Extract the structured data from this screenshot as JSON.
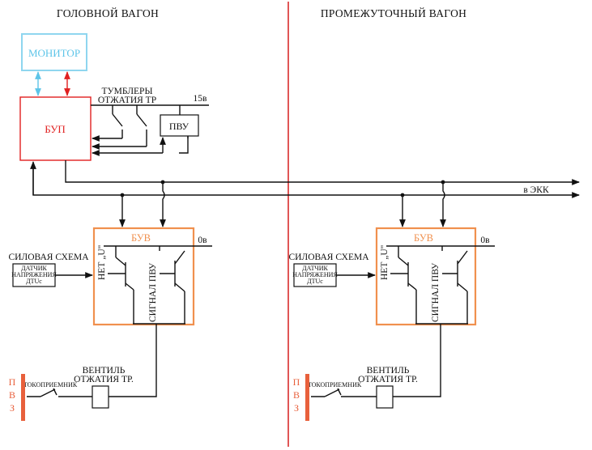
{
  "headers": {
    "left": "ГОЛОВНОЙ ВАГОН",
    "right": "ПРОМЕЖУТОЧНЫЙ ВАГОН"
  },
  "monitor": {
    "label": "МОНИТОР"
  },
  "bup": {
    "label": "БУП"
  },
  "toggles": {
    "line1": "ТУМБЛЕРЫ",
    "line2": "ОТЖАТИЯ ТР"
  },
  "supply": {
    "label": "15в"
  },
  "pvu": {
    "label": "ПВУ"
  },
  "ekk": {
    "label": "в ЭКК"
  },
  "units": [
    {
      "buv_label": "БУВ",
      "zero_label": "0в",
      "signal_u": "НЕТ „U\"",
      "signal_pvu": "СИГНАЛ ПВУ",
      "power_scheme": "СИЛОВАЯ СХЕМА",
      "sensor_line1": "ДАТЧИК",
      "sensor_line2": "НАПРЯЖЕНИЯ",
      "sensor_line3": "ДТUс",
      "valve_line1": "ВЕНТИЛЬ",
      "valve_line2": "ОТЖАТИЯ ТР.",
      "pantograph": "ТОКОПРИЕМНИК",
      "pvz_letters": [
        "П",
        "В",
        "З"
      ]
    },
    {
      "buv_label": "БУВ",
      "zero_label": "0в",
      "signal_u": "НЕТ „U\"",
      "signal_pvu": "СИГНАЛ ПВУ",
      "power_scheme": "СИЛОВАЯ СХЕМА",
      "sensor_line1": "ДАТЧИК",
      "sensor_line2": "НАПРЯЖЕНИЯ",
      "sensor_line3": "ДТUс",
      "valve_line1": "ВЕНТИЛЬ",
      "valve_line2": "ОТЖАТИЯ ТР.",
      "pantograph": "ТОКОПРИЕМНИК",
      "pvz_letters": [
        "П",
        "В",
        "З"
      ]
    }
  ],
  "colors": {
    "divider": "#d92b2b",
    "monitor": "#5dc4e8",
    "bup": "#e02020",
    "buv": "#f0904e",
    "pvz_bar": "#e8603c"
  }
}
